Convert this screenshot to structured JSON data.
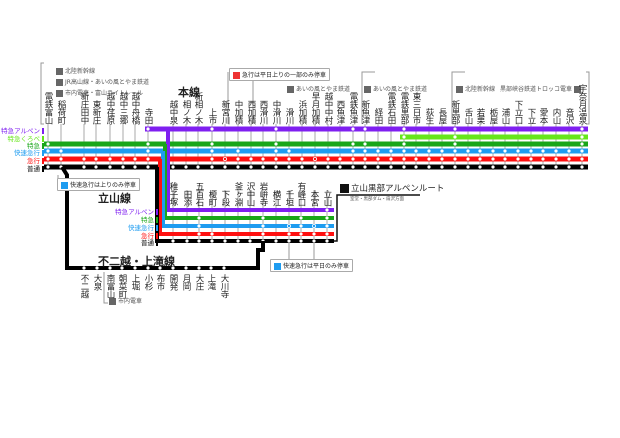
{
  "colors": {
    "alpen": "#7f1ff0",
    "kurobe": "#66e61a",
    "tokkyu": "#19a619",
    "kaisoku": "#1e9cf0",
    "kyuko": "#ff1010",
    "futsu": "#000000"
  },
  "legend": {
    "shinkansen": "北陸新幹線",
    "jr": "JR高山線・あいの風とやま鉄道",
    "tram": "市内電車・富山ライトレール"
  },
  "line_titles": {
    "honsen": "本線",
    "tateyama": "立山線",
    "fujikoshi": "不二越・上滝線"
  },
  "services_main": [
    "特急アルペン",
    "特急くろべ",
    "特急",
    "快速急行",
    "急行",
    "普通"
  ],
  "services_tateyama": [
    "特急アルペン",
    "特急",
    "快速急行",
    "急行",
    "普通"
  ],
  "notes": {
    "kyuko_weekday": "急行は平日上りの一部のみ停車",
    "kaisoku_up": "快速急行は上りのみ停車",
    "kaisoku_weekday": "快速急行は平日のみ停車",
    "ainokaze1": "あいの風とやま鉄道",
    "ainokaze2": "あいの風とやま鉄道",
    "shinkansen2": "北陸新幹線",
    "torokko": "黒部峡谷鉄道トロッコ電車",
    "alpine": "立山黒部アルペンルート",
    "alpine_sub": "室堂・黒部ダム・扇沢方面",
    "tram2": "市内電車"
  },
  "main_stations": [
    "電鉄富山",
    "稲荷町",
    "新庄田中",
    "東新庄",
    "越中荏原",
    "越中三郷",
    "越中舟橋",
    "寺田",
    "越中泉",
    "相ノ木",
    "新相ノ木",
    "上市",
    "新宮川",
    "中加積",
    "西加積",
    "西滑川",
    "中滑川",
    "滑川",
    "浜加積",
    "早月加積",
    "越中中村",
    "西魚津",
    "電鉄魚津",
    "新魚津",
    "経田",
    "電鉄石田",
    "電鉄黒部",
    "東三日市",
    "荻生",
    "長屋",
    "新黒部",
    "舌山",
    "若栗",
    "栃屋",
    "浦山",
    "下立口",
    "下立",
    "愛本",
    "内山",
    "音沢",
    "宇奈月温泉"
  ],
  "tateyama_stations": [
    "稚子塚",
    "田添",
    "五百石",
    "榎町",
    "下段",
    "釜ヶ淵",
    "沢中山",
    "岩峅寺",
    "横江",
    "千垣",
    "有峰口",
    "本宮",
    "立山"
  ],
  "fujikoshi_stations": [
    "不二越",
    "大泉",
    "南富山",
    "朝菜町",
    "上堀",
    "小杉",
    "布市",
    "開発",
    "月岡",
    "大庄",
    "上滝",
    "大川寺"
  ],
  "main_stops": {
    "alpen": [
      7,
      11,
      16,
      22,
      23,
      26,
      30,
      40
    ],
    "kurobe": [
      26,
      30,
      40
    ],
    "tokkyu": [
      0,
      7,
      11,
      16,
      22,
      23,
      26,
      30,
      40
    ],
    "kaisoku": [
      0,
      1,
      7,
      11,
      13,
      16,
      17,
      22,
      23,
      24,
      25,
      26,
      27,
      28,
      29,
      30,
      31,
      32,
      33,
      34,
      35,
      36,
      37,
      38,
      39,
      40
    ],
    "kyuko": [
      0,
      1,
      2,
      3,
      4,
      5,
      6,
      7,
      11,
      12,
      13,
      14,
      15,
      16,
      17,
      18,
      19,
      20,
      21,
      22,
      23,
      24,
      25,
      26,
      27,
      28,
      29,
      30,
      31,
      32,
      33,
      34,
      35,
      36,
      37,
      38,
      39,
      40
    ],
    "kyuko_partial": [
      12,
      19
    ],
    "futsu": "all"
  },
  "tateyama_stops": {
    "alpen": [
      12
    ],
    "tokkyu": [
      2,
      7,
      10,
      12
    ],
    "kaisoku": [
      2,
      7,
      9,
      10,
      11,
      12
    ],
    "kaisoku_partial": [
      9,
      11
    ],
    "kyuko": [
      2,
      3,
      7,
      9,
      10,
      11,
      12
    ],
    "futsu": "all"
  }
}
